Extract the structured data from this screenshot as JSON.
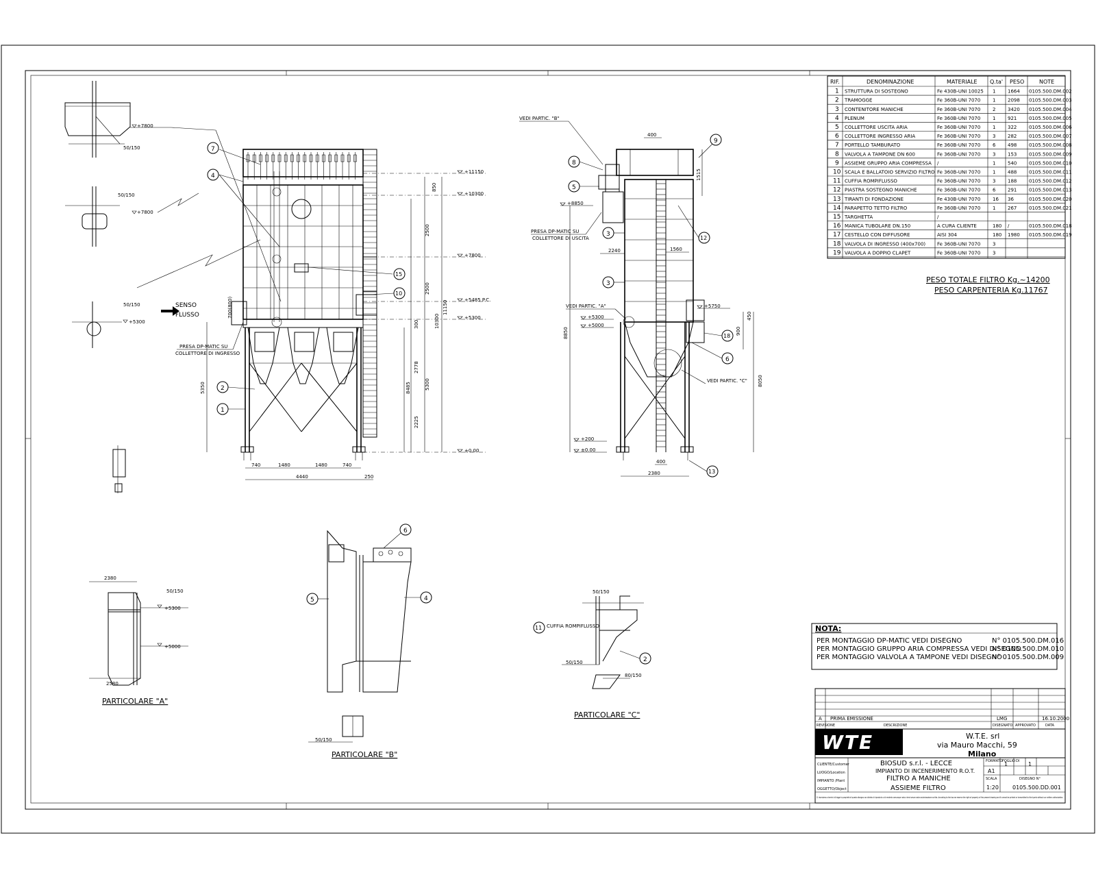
{
  "sheet": {
    "title": "ASSIEME FILTRO",
    "project_lines": [
      "BIOSUD s.r.l. - LECCE",
      "IMPIANTO DI INCENERIMENTO R.O.T.",
      "FILTRO A MANICHE",
      "ASSIEME FILTRO"
    ],
    "company": {
      "name": "W.T.E. srl",
      "address": "via Mauro Macchi, 59",
      "city": "Milano",
      "logo": "WTE"
    },
    "drawing_number": "0105.500.DD.001",
    "format": "A1",
    "scale": "1:20",
    "sheet_no": "1",
    "sheet_of": "1",
    "revision_letter": "A",
    "revision_text": "PRIMA EMISSIONE",
    "revision_by": "LMG",
    "revision_date": "16.10.2000",
    "header_labels": {
      "rev": "REVISIONE\nRevision",
      "descr": "DESCRIZIONE\nDescription",
      "drawn": "DISEGNATO\nDrawn",
      "approved": "APPROVATO\nApproved",
      "date": "DATA\nDate",
      "format": "FORMATO\nSize",
      "foglio": "FOGLIO\nSheet",
      "di": "DI\nOf",
      "scala": "SCALA\nScale",
      "disegno": "DISEGNO N°\nDrawing N°",
      "cliente": "CLIENTE/Customer",
      "cantiere": "LUOGO/Location",
      "impianto": "IMPIANTO /Plant",
      "oggetto": "OGGETTO/Object"
    },
    "legal_note": "Ci riserviamo a termini di legge la proprietà di questo disegno con divieto di riprodurlo o di renderlo comunque noto a terzi senza nostra autorizzazione scritta. According to the law we reserve the right of property of the present drawing and it cannot be printed or transmitted to third parts without our written authorization."
  },
  "bom": {
    "headers": [
      "RIF.",
      "DENOMINAZIONE",
      "MATERIALE",
      "Q.ta'",
      "PESO",
      "NOTE"
    ],
    "rows": [
      [
        "1",
        "STRUTTURA DI SOSTEGNO",
        "Fe 430B-UNI 10025",
        "1",
        "1664",
        "0105.500.DM.002"
      ],
      [
        "2",
        "TRAMOGGE",
        "Fe 360B-UNI 7070",
        "1",
        "2098",
        "0105.500.DM.003"
      ],
      [
        "3",
        "CONTENITORE MANICHE",
        "Fe 360B-UNI 7070",
        "2",
        "3420",
        "0105.500.DM.004"
      ],
      [
        "4",
        "PLENUM",
        "Fe 360B-UNI 7070",
        "1",
        "921",
        "0105.500.DM.005"
      ],
      [
        "5",
        "COLLETTORE USCITA ARIA",
        "Fe 360B-UNI 7070",
        "1",
        "322",
        "0105.500.DM.006"
      ],
      [
        "6",
        "COLLETTORE INGRESSO ARIA",
        "Fe 360B-UNI 7070",
        "3",
        "282",
        "0105.500.DM.007"
      ],
      [
        "7",
        "PORTELLO TAMBURATO",
        "Fe 360B-UNI 7070",
        "6",
        "498",
        "0105.500.DM.008"
      ],
      [
        "8",
        "VALVOLA A TAMPONE DN 600",
        "Fe 360B-UNI 7070",
        "3",
        "153",
        "0105.500.DM.009"
      ],
      [
        "9",
        "ASSIEME GRUPPO ARIA COMPRESSA",
        "/",
        "1",
        "540",
        "0105.500.DM.010"
      ],
      [
        "10",
        "SCALA E BALLATOIO SERVIZIO FILTRO",
        "Fe 360B-UNI 7070",
        "1",
        "488",
        "0105.500.DM.011"
      ],
      [
        "11",
        "CUFFIA ROMPIFLUSSO",
        "Fe 360B-UNI 7070",
        "3",
        "188",
        "0105.500.DM.012"
      ],
      [
        "12",
        "PIASTRA SOSTEGNO MANICHE",
        "Fe 360B-UNI 7070",
        "6",
        "291",
        "0105.500.DM.013"
      ],
      [
        "13",
        "TIRANTI DI FONDAZIONE",
        "Fe 430B-UNI 7070",
        "16",
        "36",
        "0105.500.DM.020"
      ],
      [
        "14",
        "PARAPETTO TETTO FILTRO",
        "Fe 360B-UNI 7070",
        "1",
        "267",
        "0105.500.DM.021"
      ],
      [
        "15",
        "TARGHETTA",
        "/",
        "",
        "",
        ""
      ],
      [
        "16",
        "MANICA TUBOLARE DN.150",
        "A CURA CLIENTE",
        "180",
        "/",
        "0105.500.DM.018"
      ],
      [
        "17",
        "CESTELLO CON DIFFUSORE",
        "AISI 304",
        "180",
        "1980",
        "0105.500.DM.019"
      ],
      [
        "18",
        "VALVOLA DI INGRESSO (400x700)",
        "Fe 360B-UNI 7070",
        "3",
        "",
        ""
      ],
      [
        "19",
        "VALVOLA A DOPPIO CLAPET",
        "Fe 360B-UNI 7070",
        "3",
        "",
        ""
      ]
    ],
    "total_weight": "PESO TOTALE FILTRO Kg.~14200",
    "carpentry_weight": "PESO CARPENTERIA Kg.11767"
  },
  "note": {
    "title": "NOTA:",
    "lines": [
      {
        "text": "PER MONTAGGIO DP-MATIC VEDI DISEGNO",
        "ref": "N° 0105.500.DM.016"
      },
      {
        "text": "PER MONTAGGIO GRUPPO ARIA COMPRESSA VEDI  DISEGNO",
        "ref": "N° 0105.500.DM.010"
      },
      {
        "text": "PER MONTAGGIO VALVOLA A TAMPONE VEDI  DISEGNO",
        "ref": "N° 0105.500.DM.009"
      }
    ]
  },
  "front_view": {
    "levels": [
      "+11150",
      "+10300",
      "+7800",
      "+5485 P.C.",
      "+5300",
      "±0.00"
    ],
    "dims_bottom": [
      "740",
      "1480",
      "1480",
      "740"
    ],
    "overall_width": "4440",
    "extra_width": "250",
    "dims_right": [
      "850",
      "2500",
      "2500",
      "300",
      "2778",
      "2225",
      "5300",
      "8485",
      "10300",
      "11150"
    ],
    "dim_left": "5350",
    "dim_inlet": "700(800)",
    "flow_label_1": "SENSO",
    "flow_label_2": "FLUSSO",
    "dp_label_1": "PRESA DP-MATIC SU",
    "dp_label_2": "COLLETTORE DI INGRESSO",
    "callouts": [
      "7",
      "4",
      "15",
      "10",
      "2",
      "1"
    ]
  },
  "side_view": {
    "levels": [
      "+8850",
      "+5750",
      "+5300",
      "+5000",
      "+200",
      "±0.00"
    ],
    "vedi_b": "VEDI PARTIC. \"B\"",
    "vedi_a": "VEDI PARTIC. \"A\"",
    "vedi_c": "VEDI PARTIC. \"C\"",
    "dp_label_1": "PRESA DP-MATIC SU",
    "dp_label_2": "COLLETTORE DI USCITA",
    "dims": [
      "400",
      "1515",
      "2240",
      "1560",
      "400",
      "2380",
      "450",
      "900",
      "8850",
      "8050"
    ],
    "callouts": [
      "8",
      "5",
      "3",
      "3",
      "9",
      "12",
      "18",
      "6",
      "13"
    ]
  },
  "sections": {
    "top_weld": "50/150",
    "levels": [
      "+7800",
      "+7800",
      "+5300"
    ],
    "weld_2": "50/150",
    "weld_3": "50/150"
  },
  "detail_a": {
    "title": "PARTICOLARE \"A\"",
    "dim_top": "2380",
    "dim_bottom": "2580",
    "weld": "50/150",
    "levels": [
      "+5300",
      "+5000"
    ]
  },
  "detail_b": {
    "title": "PARTICOLARE \"B\"",
    "weld": "50/150",
    "callouts": [
      "6",
      "5",
      "4"
    ]
  },
  "detail_c": {
    "title": "PARTICOLARE \"C\"",
    "weld_top": "50/150",
    "weld_left": "50/150",
    "weld_right": "80/150",
    "cuffia": "CUFFIA ROMPIFLUSSO",
    "callouts": [
      "11",
      "2"
    ]
  }
}
